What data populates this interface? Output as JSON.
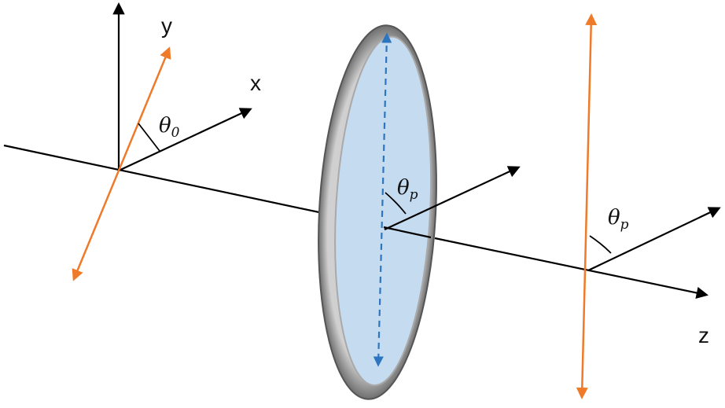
{
  "labels": {
    "y_axis": "y",
    "x_axis": "x",
    "z_axis": "z",
    "theta_0": {
      "symbol": "θ",
      "subscript": "0"
    },
    "theta_p_lens": {
      "symbol": "θ",
      "subscript": "p"
    },
    "theta_p_output": {
      "symbol": "θ",
      "subscript": "p"
    }
  },
  "colors": {
    "axis": "#000000",
    "polarization": "#ee7a2a",
    "lens_fill": "#c5dbf0",
    "lens_rim": "#8a8a8a",
    "lens_axis": "#2e75c0"
  }
}
